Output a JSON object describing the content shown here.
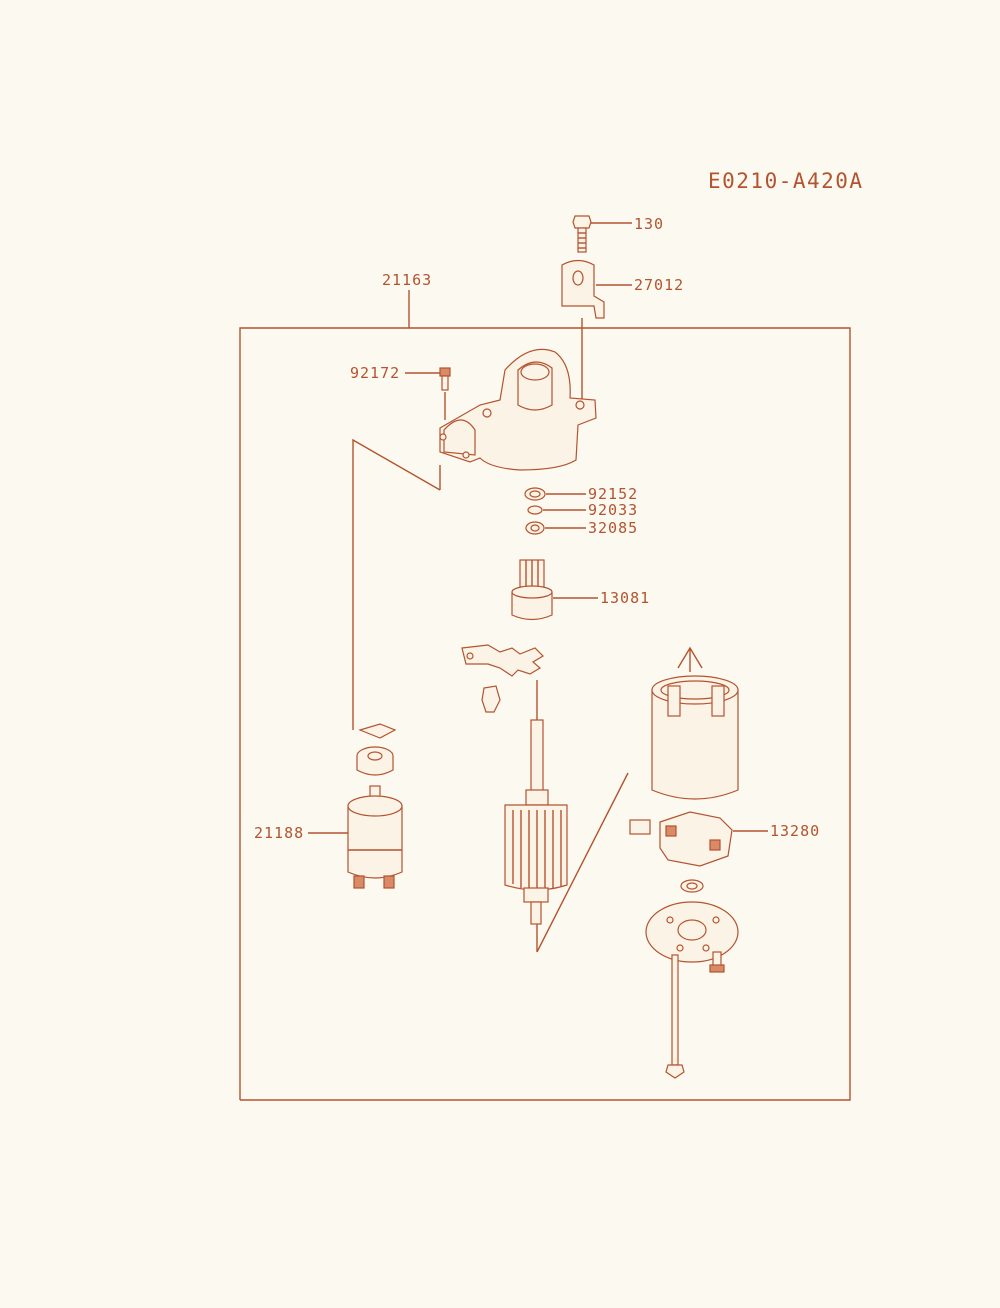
{
  "diagram": {
    "code": "E0210-A420A",
    "labels": {
      "p130": "130",
      "p27012": "27012",
      "p21163": "21163",
      "p92172": "92172",
      "p92152": "92152",
      "p92033": "92033",
      "p32085": "32085",
      "p13081": "13081",
      "p21188": "21188",
      "p13280": "13280"
    }
  },
  "colors": {
    "line": "#b4532f",
    "background": "#fcfaf0"
  }
}
